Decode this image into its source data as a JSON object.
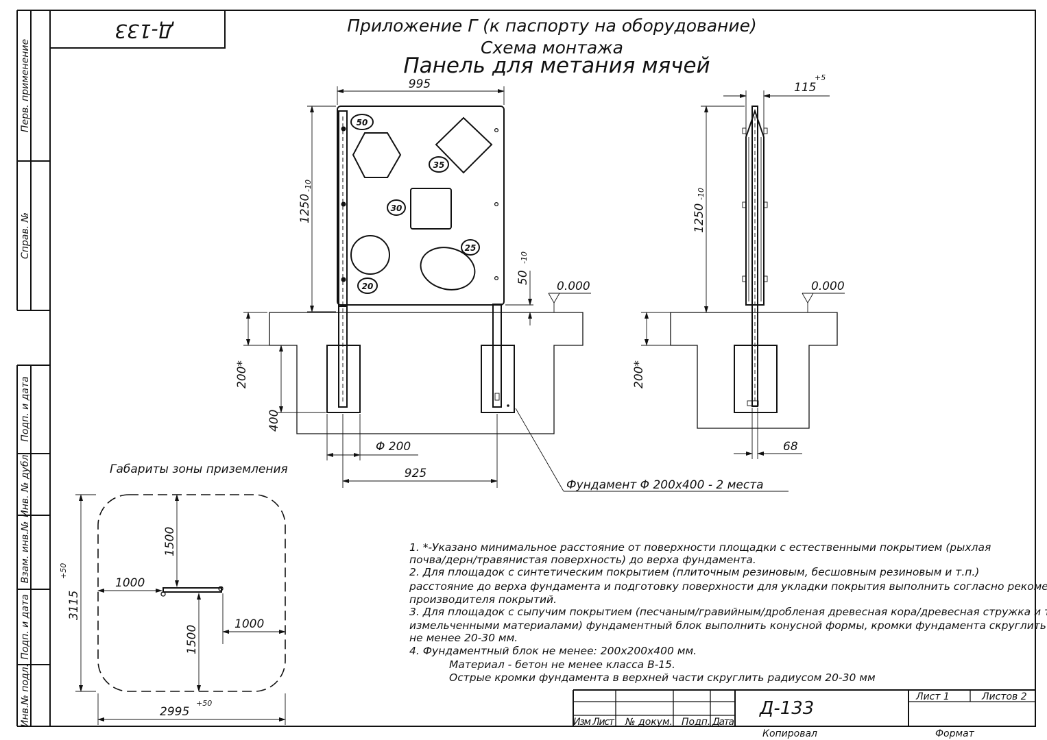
{
  "stamp_code": "Д-133",
  "title": {
    "line1": "Приложение Г (к паспорту на оборудование)",
    "line2": "Схема монтажа",
    "line3": "Панель для метания мячей"
  },
  "side_labels": {
    "perv_primenenie": "Перв. применение",
    "sprav_no": "Справ. №",
    "podp_i_data_1": "Подп. и дата",
    "inv_no_dubl": "Инв. № дубл.",
    "vzam_inv_no": "Взам. инв.№",
    "podp_i_data_2": "Подп. и дата",
    "inv_no_podl": "Инв.№ подл."
  },
  "front_view": {
    "width_dim": "995",
    "height_dim": "1250",
    "height_tol": "-10",
    "gap_dim": "50",
    "gap_tol": "-10",
    "level": "0.000",
    "depth_min": "200*",
    "depth_block": "400",
    "diameter": "Φ 200",
    "post_spacing": "925",
    "foundation_note": "Фундамент Φ 200х400 - 2 места",
    "targets": [
      "50",
      "35",
      "30",
      "25",
      "20"
    ]
  },
  "side_view": {
    "thickness_dim": "115",
    "thickness_tol": "+5",
    "height_dim": "1250",
    "height_tol": "-10",
    "level": "0.000",
    "depth_min": "200*",
    "post_dim": "68"
  },
  "zone": {
    "title": "Габариты зоны приземления",
    "height_dim": "3115",
    "height_tol": "+50",
    "width_dim": "2995",
    "width_tol": "+50",
    "dim_top": "1500",
    "dim_bottom": "1500",
    "dim_left": "1000",
    "dim_right": "1000"
  },
  "notes": [
    "1. *-Указано минимальное расстояние от поверхности площадки с естественными покрытием (рыхлая",
    "почва/дерн/травянистая поверхность) до верха фундамента.",
    "2. Для площадок с синтетическим покрытием (плиточным резиновым, бесшовным резиновым и т.п.)",
    "расстояние до верха фундамента и подготовку поверхности для укладки покрытия выполнить согласно рекомендациям",
    "производителя покрытий.",
    "3. Для площадок с сыпучим покрытием (песчаным/гравийным/дробленая древесная кора/древесная стружка и т.п.",
    "измельченными материалами) фундаментный блок выполнить конусной формы, кромки фундамента скруглить радиусом",
    "не менее 20-30 мм.",
    "4. Фундаментный блок не менее: 200х200х400 мм.",
    "Материал - бетон не менее класса В-15.",
    "Острые кромки фундамента в верхней части скруглить радиусом 20-30 мм"
  ],
  "title_block": {
    "code": "Д-133",
    "sheet": "Лист 1",
    "sheets": "Листов 2",
    "izm_list": "Изм Лист",
    "n_dokum": "№ докум.",
    "podp": "Подп.",
    "data": "Дата",
    "kopiroval": "Копировал",
    "format": "Формат"
  }
}
